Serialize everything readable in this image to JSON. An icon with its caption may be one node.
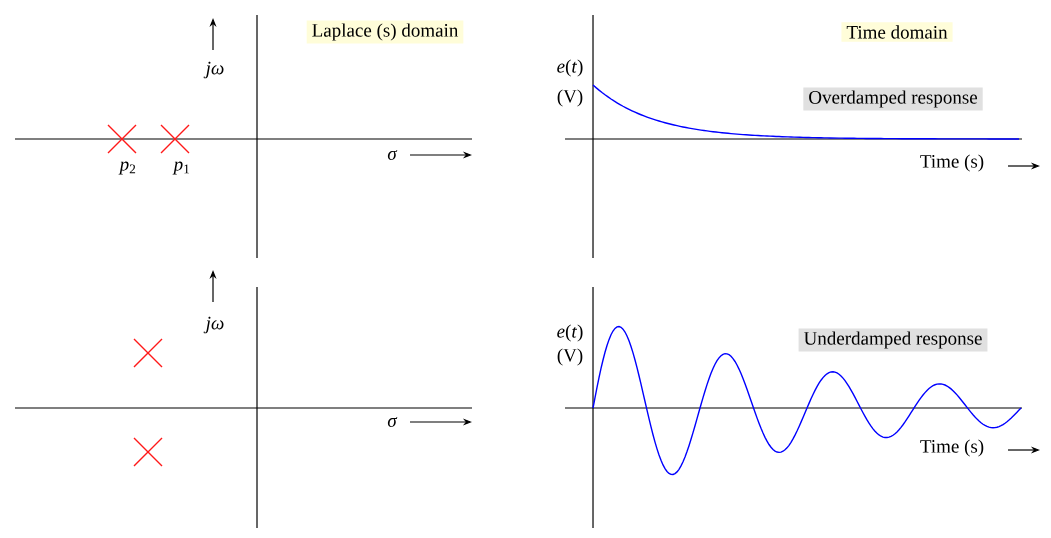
{
  "diagram": {
    "nodes": [
      {
        "text": [
          "Laplace (s) domain"
        ]
      },
      {
        "text": [
          "Time domain"
        ]
      },
      {
        "text": [
          "Overdamped response"
        ]
      },
      {
        "text": [
          "Underdamped response"
        ]
      }
    ],
    "labels": [
      "jω",
      "*e*(*t*)",
      "(V)",
      "σ",
      "*p*$_{2}$",
      "*p*$_{1}$",
      "Time (s)",
      "jω",
      "*e*(*t*)",
      "(V)",
      "σ",
      "Time (s)"
    ]
  }
}
